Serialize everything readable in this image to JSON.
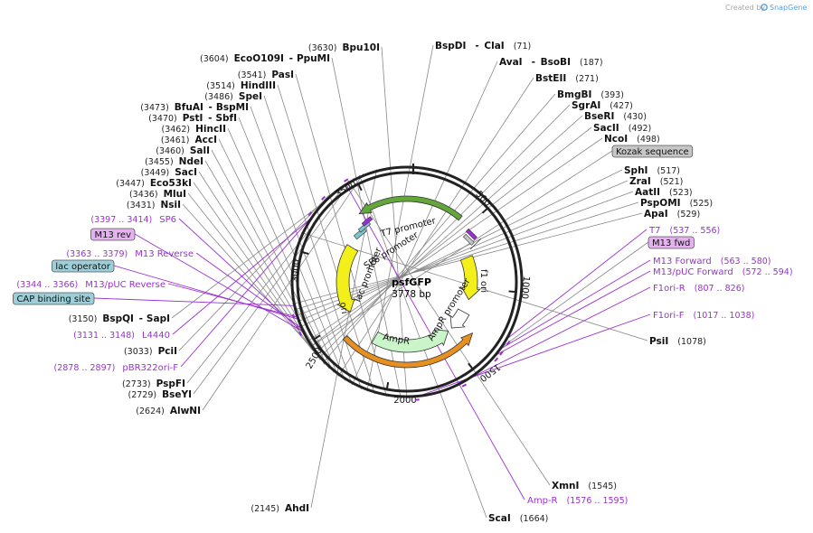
{
  "credit": {
    "prefix": "Created by",
    "brand": "SnapGene"
  },
  "plasmid": {
    "name": "psfGFP",
    "size": "3778 bp"
  },
  "ticks": [
    "500",
    "1000",
    "1500",
    "2000",
    "2500",
    "3000",
    "3500"
  ],
  "sites_left": [
    {
      "pos": "(3630)",
      "name": "Bpu10I"
    },
    {
      "pos": "(3604)",
      "name": "EcoO109I",
      "name2": "PpuMI"
    },
    {
      "pos": "(3541)",
      "name": "PasI"
    },
    {
      "pos": "(3514)",
      "name": "HindIII"
    },
    {
      "pos": "(3486)",
      "name": "SpeI"
    },
    {
      "pos": "(3473)",
      "name": "BfuAI",
      "name2": "BspMI"
    },
    {
      "pos": "(3470)",
      "name": "PstI",
      "name2": "SbfI"
    },
    {
      "pos": "(3462)",
      "name": "HincII"
    },
    {
      "pos": "(3461)",
      "name": "AccI"
    },
    {
      "pos": "(3460)",
      "name": "SalI"
    },
    {
      "pos": "(3455)",
      "name": "NdeI"
    },
    {
      "pos": "(3449)",
      "name": "SacI"
    },
    {
      "pos": "(3447)",
      "name": "Eco53kI"
    },
    {
      "pos": "(3436)",
      "name": "MluI"
    },
    {
      "pos": "(3431)",
      "name": "NsiI"
    },
    {
      "pos": "(3150)",
      "name": "BspQI",
      "name2": "SapI"
    },
    {
      "pos": "(3033)",
      "name": "PciI"
    },
    {
      "pos": "(2733)",
      "name": "PspFI"
    },
    {
      "pos": "(2729)",
      "name": "BseYI"
    },
    {
      "pos": "(2624)",
      "name": "AlwNI"
    },
    {
      "pos": "(2145)",
      "name": "AhdI"
    }
  ],
  "sites_right": [
    {
      "name": "BspDI",
      "name2": "ClaI",
      "pos": "(71)"
    },
    {
      "name": "AvaI",
      "name2": "BsoBI",
      "pos": "(187)"
    },
    {
      "name": "BstEII",
      "pos": "(271)"
    },
    {
      "name": "BmgBI",
      "pos": "(393)"
    },
    {
      "name": "SgrAI",
      "pos": "(427)"
    },
    {
      "name": "BseRI",
      "pos": "(430)"
    },
    {
      "name": "SacII",
      "pos": "(492)"
    },
    {
      "name": "NcoI",
      "pos": "(498)"
    },
    {
      "name": "SphI",
      "pos": "(517)"
    },
    {
      "name": "ZraI",
      "pos": "(521)"
    },
    {
      "name": "AatII",
      "pos": "(523)"
    },
    {
      "name": "PspOMI",
      "pos": "(525)"
    },
    {
      "name": "ApaI",
      "pos": "(529)"
    },
    {
      "name": "PsiI",
      "pos": "(1078)"
    },
    {
      "name": "XmnI",
      "pos": "(1545)"
    },
    {
      "name": "ScaI",
      "pos": "(1664)"
    }
  ],
  "primers": [
    {
      "name": "SP6",
      "pos": "(3397 .. 3414)"
    },
    {
      "name": "M13 Reverse",
      "pos": "(3363 .. 3379)"
    },
    {
      "name": "M13/pUC Reverse",
      "pos": "(3344 .. 3366)"
    },
    {
      "name": "L4440",
      "pos": "(3131 .. 3148)"
    },
    {
      "name": "pBR322ori-F",
      "pos": "(2878 .. 2897)"
    },
    {
      "name": "T7",
      "pos": "(537 .. 556)"
    },
    {
      "name": "M13 Forward",
      "pos": "(563 .. 580)"
    },
    {
      "name": "M13/pUC Forward",
      "pos": "(572 .. 594)"
    },
    {
      "name": "F1ori-R",
      "pos": "(807 .. 826)"
    },
    {
      "name": "F1ori-F",
      "pos": "(1017 .. 1038)"
    },
    {
      "name": "Amp-R",
      "pos": "(1576 .. 1595)"
    }
  ],
  "boxed": [
    {
      "label": "M13 rev",
      "color": "#e4b3ef"
    },
    {
      "label": "lac operator",
      "color": "#9ecfd9"
    },
    {
      "label": "CAP binding site",
      "color": "#9ecfd9"
    },
    {
      "label": "Kozak sequence",
      "color": "#c6c6c6"
    },
    {
      "label": "M13 fwd",
      "color": "#e4b3ef"
    }
  ],
  "features": [
    {
      "label": "T7 promoter"
    },
    {
      "label": "SP6 promoter"
    },
    {
      "label": "lac promoter"
    },
    {
      "label": "f1 ori"
    },
    {
      "label": "ori"
    },
    {
      "label": "AmpR"
    },
    {
      "label": "AmpR promoter"
    }
  ],
  "colors": {
    "sfgfp": "#63a63b",
    "f1ori": "#f2ef1a",
    "ori": "#f2ef1a",
    "ampr": "#c9f5c8",
    "orange": "#e7901f",
    "primer": "#9b30d0"
  }
}
